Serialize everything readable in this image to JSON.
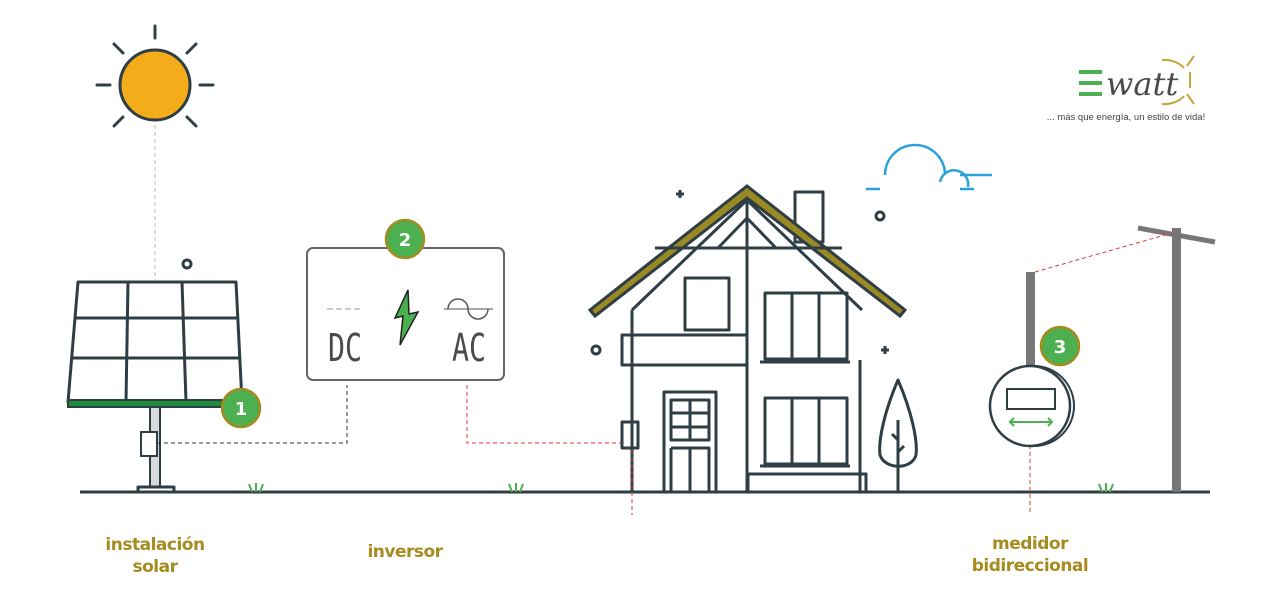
{
  "logo": {
    "brand": "watt",
    "tagline": "... más que energía, un estilo de vida!"
  },
  "inverter": {
    "dc_label": "DC",
    "ac_label": "AC"
  },
  "badges": [
    "1",
    "2",
    "3"
  ],
  "labels": {
    "solar_line1": "instalación",
    "solar_line2": "solar",
    "inverter": "inversor",
    "meter_line1": "medidor",
    "meter_line2": "bidireccional"
  },
  "colors": {
    "accent_green": "#4caf50",
    "gold": "#a68b1f",
    "sun": "#f4ad1a",
    "line": "#2f3d45",
    "cloud": "#29a3d9",
    "wire_red": "#e53935"
  }
}
